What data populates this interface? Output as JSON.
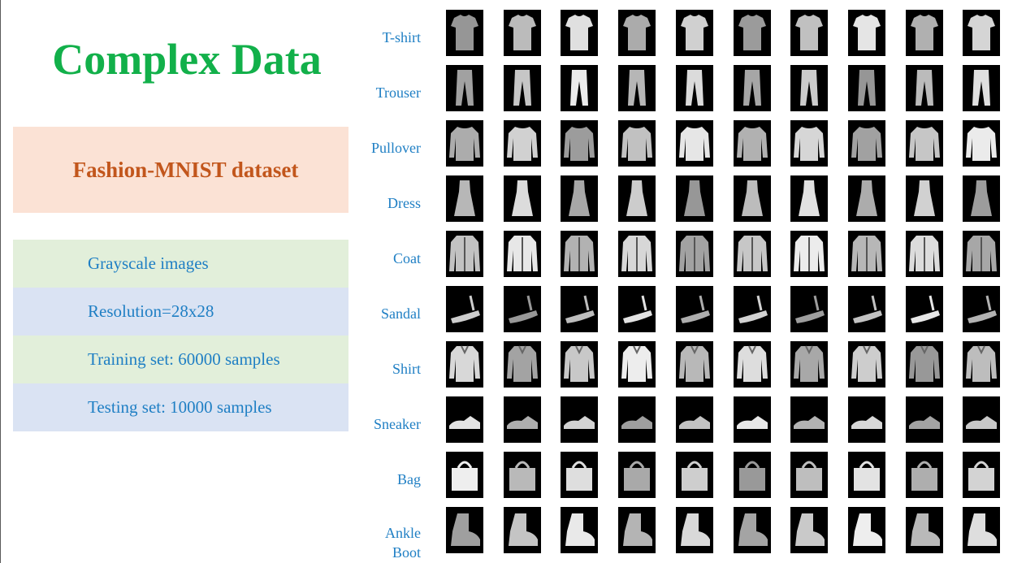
{
  "slide": {
    "title": "Complex Data",
    "dataset": "Fashion-MNIST dataset",
    "facts": [
      "Grayscale images",
      "Resolution=28x28",
      "Training set: 60000 samples",
      "Testing set: 10000 samples"
    ]
  },
  "grid": {
    "rows": [
      {
        "label": "T-shirt",
        "icon": "tshirt-icon"
      },
      {
        "label": "Trouser",
        "icon": "trouser-icon"
      },
      {
        "label": "Pullover",
        "icon": "pullover-icon"
      },
      {
        "label": "Dress",
        "icon": "dress-icon"
      },
      {
        "label": "Coat",
        "icon": "coat-icon"
      },
      {
        "label": "Sandal",
        "icon": "sandal-icon"
      },
      {
        "label": "Shirt",
        "icon": "shirt-icon"
      },
      {
        "label": "Sneaker",
        "icon": "sneaker-icon"
      },
      {
        "label": "Bag",
        "icon": "bag-icon"
      },
      {
        "label": "Ankle Boot",
        "icon": "ankle-boot-icon"
      }
    ],
    "samples_per_row": 10
  },
  "colors": {
    "title": "#12b04a",
    "dataset_text": "#c2561c",
    "dataset_bg": "#fbe2d5",
    "fact_text": "#1f7fc4",
    "fact_green_bg": "#e2efda",
    "fact_blue_bg": "#dae3f3"
  }
}
